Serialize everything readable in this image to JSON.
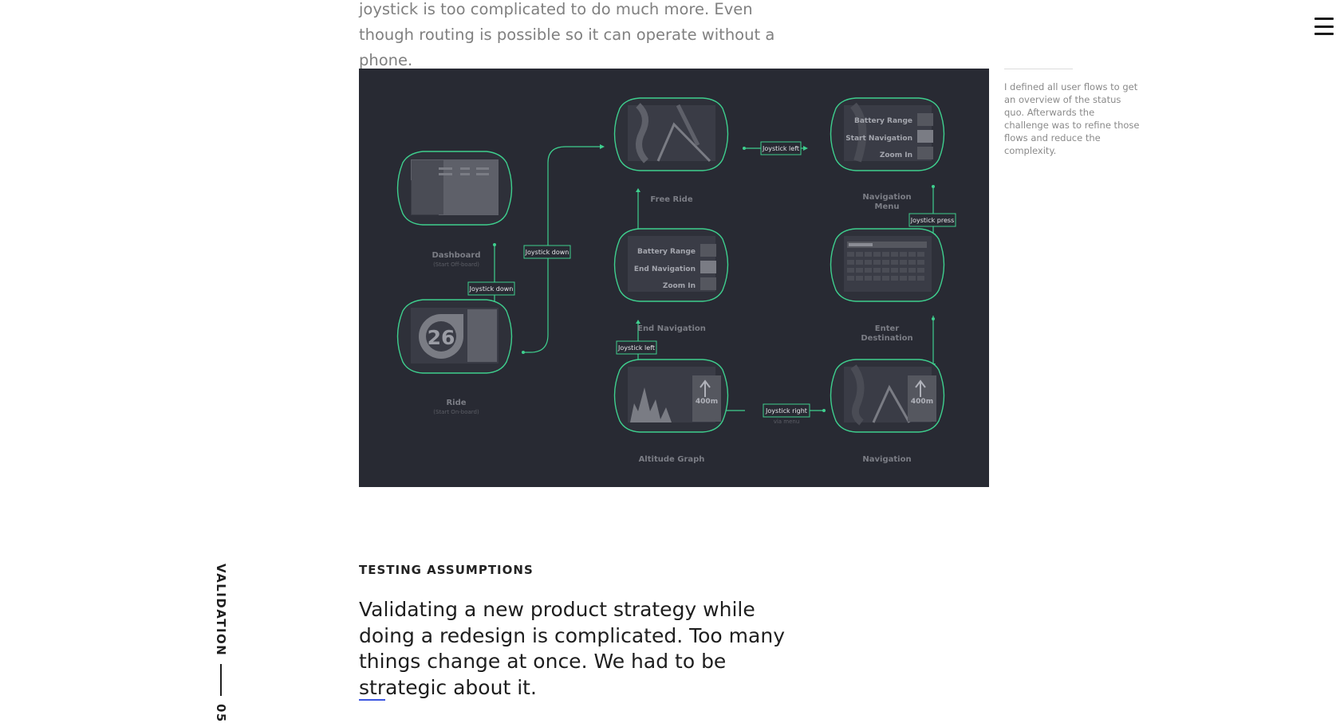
{
  "intro": {
    "text": "joystick is too complicated to do much more. Even though routing is possible so it can operate without a phone."
  },
  "menu": {
    "icon": "hamburger-menu-icon"
  },
  "flow_diagram": {
    "screens": {
      "dashboard": {
        "label": "Dashboard",
        "sublabel": "(Start Off-board)"
      },
      "ride": {
        "label": "Ride",
        "sublabel": "(Start On-board)",
        "speed": "26"
      },
      "free_ride": {
        "label": "Free Ride"
      },
      "navigation_menu": {
        "label": "Navigation",
        "label2": "Menu",
        "items": [
          "Battery Range",
          "Start Navigation",
          "Zoom In"
        ]
      },
      "end_navigation": {
        "label": "End Navigation",
        "items": [
          "Battery Range",
          "End Navigation",
          "Zoom In"
        ]
      },
      "enter_destination": {
        "label": "Enter",
        "label2": "Destination"
      },
      "altitude_graph": {
        "label": "Altitude Graph",
        "distance": "400m"
      },
      "navigation": {
        "label": "Navigation",
        "distance": "400m"
      }
    },
    "actions": {
      "a1": "Joystick down",
      "a2": "Joystick down",
      "a3": "Joystick left",
      "a4": "Joystick press",
      "a5": "Joystick left",
      "a6": "Joystick right",
      "a6_sub": "via menu"
    }
  },
  "caption": {
    "text": "I defined all user flows to get an overview of the status quo. Afterwards the challenge was to refine those flows and reduce the complexity."
  },
  "side_label": {
    "text": "VALIDATION",
    "number": "05"
  },
  "section": {
    "kicker": "TESTING ASSUMPTIONS",
    "lead": "Validating a new product strategy while doing a redesign is complicated. Too many things change at once. We had to be strategic about it."
  },
  "colors": {
    "accent": "#3b55e0",
    "diagram_bg": "#282a33",
    "diagram_green": "#3ecf8e"
  }
}
